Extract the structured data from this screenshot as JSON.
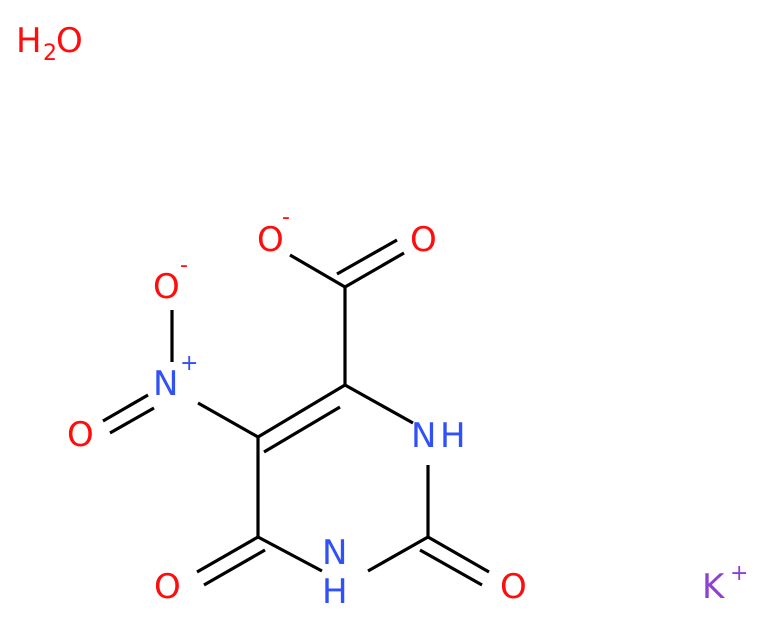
{
  "colors": {
    "oxygen": "#ff0d0d",
    "nitrogen": "#3050f8",
    "potassium": "#8f40d4",
    "bond": "#000000"
  },
  "water": {
    "h": "H",
    "sub": "2",
    "o": "O"
  },
  "potassium": {
    "symbol": "K",
    "charge": "+"
  },
  "atoms": {
    "o_carboxylate_minus": {
      "symbol": "O",
      "charge": "-"
    },
    "o_carboxyl_double": {
      "symbol": "O"
    },
    "o_nitro_minus": {
      "symbol": "O",
      "charge": "-"
    },
    "n_nitro": {
      "symbol": "N",
      "charge": "+"
    },
    "o_nitro_double": {
      "symbol": "O"
    },
    "nh_1": {
      "symbol": "N",
      "h": "H"
    },
    "nh_3": {
      "symbol": "N",
      "h": "H"
    },
    "o_c4": {
      "symbol": "O"
    },
    "o_c2": {
      "symbol": "O"
    }
  }
}
